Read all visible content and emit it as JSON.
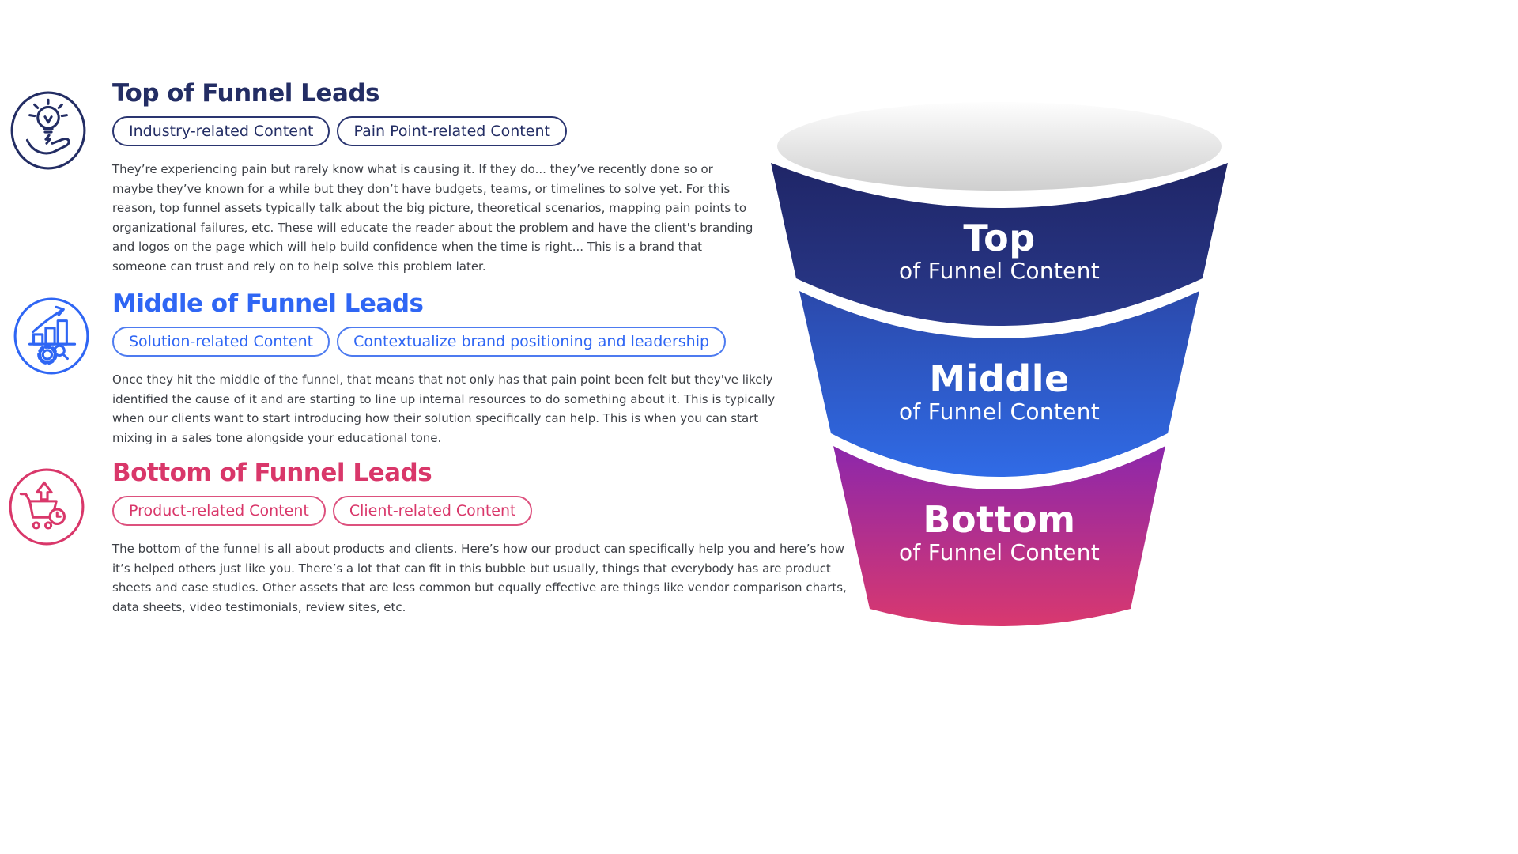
{
  "page": {
    "background": "#ffffff"
  },
  "sections": [
    {
      "heading": "Top of Funnel Leads",
      "accent_color": "#232d64",
      "icon": "lightbulb-in-hand-icon",
      "tags": [
        "Industry-related Content",
        "Pain Point-related Content"
      ],
      "body": "They’re experiencing pain but rarely know what is causing it. If they do... they’ve recently done so or maybe they’ve known for a while but they don’t have budgets, teams, or timelines to solve yet. For this reason, top funnel assets typically talk about the big picture, theoretical scenarios, mapping pain points to organizational failures, etc. These will educate the reader about the problem and have the client's branding and logos on the page which will help build confidence when the time is right... This is a brand that someone can trust and rely on to help solve this problem later."
    },
    {
      "heading": "Middle of Funnel Leads",
      "accent_color": "#2f66f4",
      "icon": "growth-chart-gear-icon",
      "tags": [
        "Solution-related Content",
        "Contextualize brand positioning and leadership"
      ],
      "body": "Once they hit the middle of the funnel, that means that not only has that pain point been felt but they've likely identified the cause of it and are starting to line up internal resources to do something about it. This is typically when our clients want to start introducing how their solution specifically can help. This is when you can start mixing in a sales tone alongside your educational tone."
    },
    {
      "heading": "Bottom of Funnel Leads",
      "accent_color": "#d9376a",
      "icon": "shopping-cart-growth-icon",
      "tags": [
        "Product-related Content",
        "Client-related Content"
      ],
      "body": "The bottom of the funnel is all about products and clients. Here’s how our product can specifically help you and here’s how it’s helped others just like you. There’s a lot that can fit in this bubble but usually, things that everybody has are product sheets and case studies. Other assets that are less common but equally effective are things like vendor comparison charts, data sheets, video testimonials, review sites, etc."
    }
  ],
  "funnel": {
    "segments": [
      {
        "title": "Top",
        "subtitle": "of Funnel Content",
        "gradient": [
          "#1f2566",
          "#2c3f96"
        ]
      },
      {
        "title": "Middle",
        "subtitle": "of Funnel Content",
        "gradient": [
          "#2b49ab",
          "#3173f4"
        ]
      },
      {
        "title": "Bottom",
        "subtitle": "of Funnel Content",
        "gradient": [
          "#8c27ab",
          "#e03a69"
        ]
      }
    ]
  }
}
